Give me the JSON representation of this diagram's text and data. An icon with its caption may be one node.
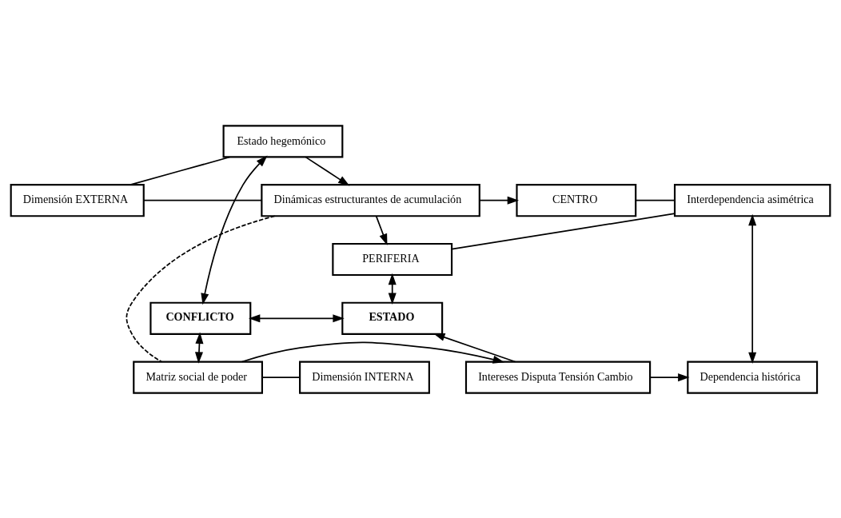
{
  "diagram": {
    "nodes": [
      {
        "text": [
          "Dimensión EXTERNA"
        ]
      },
      {
        "text": [
          "Dinámicas estructurantes de acumulación"
        ]
      },
      {
        "text": [
          "CENTRO"
        ]
      },
      {
        "text": [
          "PERIFERIA"
        ]
      },
      {
        "text": [
          "Interdependencia asimétrica"
        ]
      },
      {
        "text": [
          "Estado hegemónico"
        ]
      },
      {
        "text": [
          "CONFLICTO"
        ]
      },
      {
        "text": [
          "ESTADO"
        ]
      },
      {
        "text": [
          "Dimensión INTERNA"
        ]
      },
      {
        "text": [
          "Matriz social de poder"
        ]
      },
      {
        "text": [
          "Intereses Disputa Tensión Cambio"
        ]
      },
      {
        "text": [
          "Dependencia histórica"
        ]
      }
    ],
    "edges": [
      {
        "from": 0,
        "to": 1,
        "arrow": "none"
      },
      {
        "from": 0,
        "to": 5,
        "arrow": "none"
      },
      {
        "from": 1,
        "to": 2,
        "arrow": "to"
      },
      {
        "from": 1,
        "to": 3,
        "arrow": "to"
      },
      {
        "from": 2,
        "to": 4,
        "arrow": "none"
      },
      {
        "from": 3,
        "to": 4,
        "arrow": "none"
      },
      {
        "from": 5,
        "to": 1,
        "arrow": "to"
      },
      {
        "from": 1,
        "to": 9,
        "arrow": "none",
        "style": "dashed"
      },
      {
        "from": 3,
        "to": 7,
        "arrow": "both"
      },
      {
        "from": 5,
        "to": 6,
        "arrow": "both"
      },
      {
        "from": 6,
        "to": 7,
        "arrow": "both"
      },
      {
        "from": 4,
        "to": 11,
        "arrow": "both"
      },
      {
        "from": 6,
        "to": 9,
        "arrow": "both"
      },
      {
        "from": 8,
        "to": 9,
        "arrow": "none"
      },
      {
        "from": 9,
        "to": 10,
        "arrow": "to"
      },
      {
        "from": 10,
        "to": 7,
        "arrow": "to"
      },
      {
        "from": 10,
        "to": 11,
        "arrow": "to"
      }
    ]
  }
}
